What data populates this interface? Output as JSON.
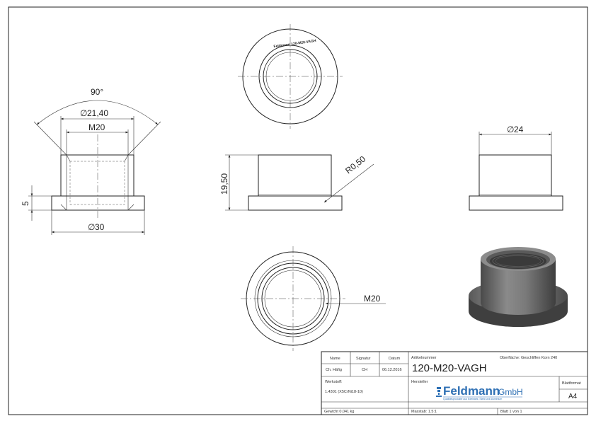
{
  "dimensions": {
    "angle": "90°",
    "dia_21_40": "21,40",
    "thread_m20_top": "M20",
    "dia_30": "30",
    "height_5": "5",
    "height_19_50": "19,50",
    "radius": "R0,50",
    "dia_24": "24",
    "thread_m20_bottom": "M20",
    "diameter_symbol": "∅"
  },
  "engraving": "Feldmann 120-M20-VAGH",
  "title_block": {
    "hdr_name": "Name",
    "hdr_signatur": "Signatur",
    "hdr_datum": "Datum",
    "name": "Ch. Häfig",
    "signatur": "CH",
    "datum": "06.12.2016",
    "artikelnummer_label": "Artikelnummer",
    "artikelnummer": "120-M20-VAGH",
    "oberflaeche": "Oberfläche: Geschliffen Korn 240",
    "werkstoff_label": "Werkstoff:",
    "werkstoff": "1.4301 (X5CrNi18-10)",
    "hersteller_label": "Hersteller",
    "logo_text": "Feldmann",
    "logo_suffix": "GmbH",
    "logo_tagline": "Qualitätsprodukte aus Edelstahl, Stahl und Aluminium",
    "blattformat_label": "Blattformat",
    "blattformat": "A4",
    "gewicht": "Gewicht 0.041 kg",
    "massstab": "Masstab: 1.5:1",
    "blatt": "Blatt 1 von 1"
  },
  "colors": {
    "line": "#222222",
    "logo_blue": "#2d6fb4",
    "render_body": "#6f6f6f"
  }
}
